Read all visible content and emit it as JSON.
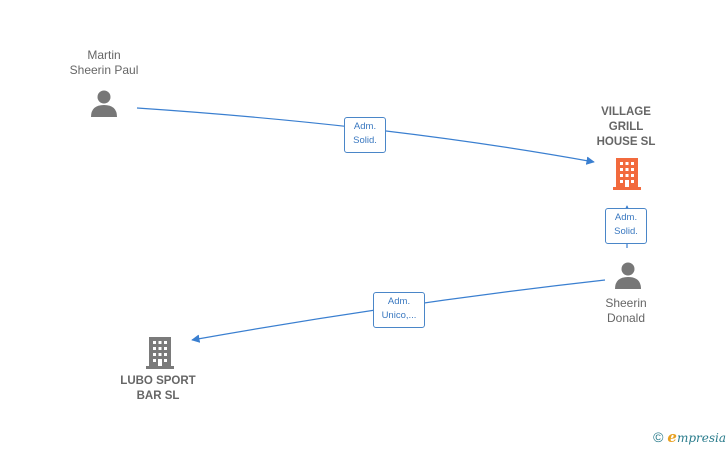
{
  "nodes": {
    "martin": {
      "label": "Martin\nSheerin Paul",
      "kind": "person"
    },
    "village": {
      "label": "VILLAGE\nGRILL\nHOUSE  SL",
      "kind": "company",
      "color": "#f26a3d"
    },
    "sheerin": {
      "label": "Sheerin\nDonald",
      "kind": "person"
    },
    "lubo": {
      "label": "LUBO SPORT\nBAR  SL",
      "kind": "company",
      "color": "#7a7a7a"
    }
  },
  "edges": {
    "e1": {
      "label": "Adm.\nSolid."
    },
    "e2": {
      "label": "Adm.\nSolid."
    },
    "e3": {
      "label": "Adm.\nUnico,..."
    }
  },
  "colors": {
    "edge": "#3a7fd0",
    "person": "#777777"
  },
  "footer": {
    "copyright": "©",
    "brand_initial": "e",
    "brand_rest": "mpresia"
  }
}
